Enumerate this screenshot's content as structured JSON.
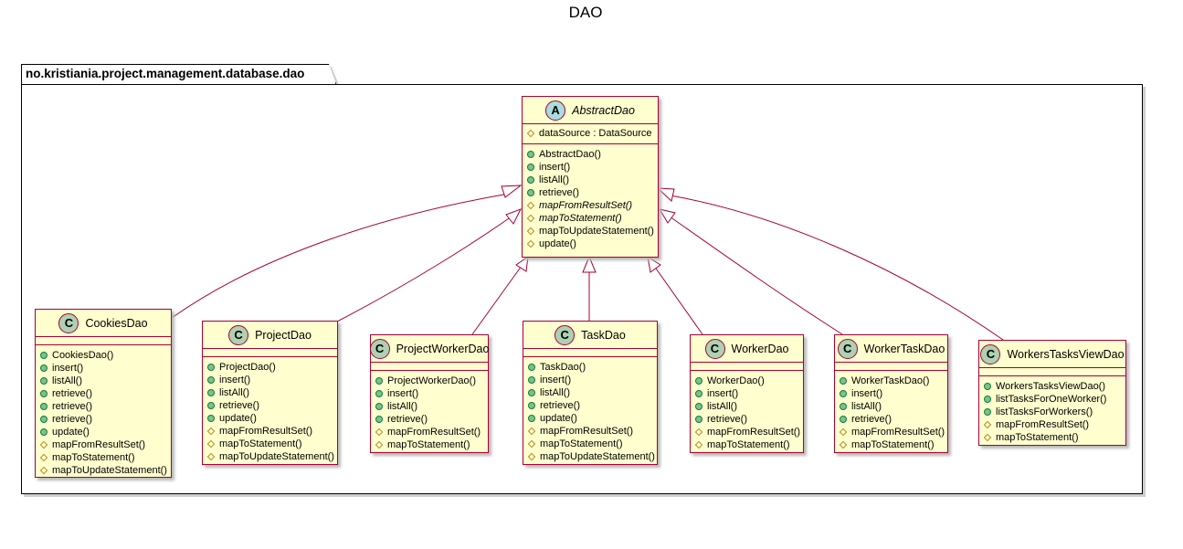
{
  "title": "DAO",
  "package": {
    "name": "no.kristiania.project.management.database.dao"
  },
  "colors": {
    "border": "#A80036",
    "fill": "#FEFECE",
    "class_icon": "#ADD1B2",
    "abstract_icon": "#A9DCDF",
    "public": "#84BE84",
    "protected": "#B38D22"
  },
  "classes": {
    "abstract_dao": {
      "icon": "A",
      "name": "AbstractDao",
      "abstract": true,
      "fields": [
        {
          "vis": "protected",
          "text": "dataSource : DataSource"
        }
      ],
      "methods": [
        {
          "vis": "public",
          "text": "AbstractDao()"
        },
        {
          "vis": "public",
          "text": "insert()"
        },
        {
          "vis": "public",
          "text": "listAll()"
        },
        {
          "vis": "public",
          "text": "retrieve()"
        },
        {
          "vis": "protected",
          "text": "mapFromResultSet()",
          "italic": true
        },
        {
          "vis": "protected",
          "text": "mapToStatement()",
          "italic": true
        },
        {
          "vis": "protected",
          "text": "mapToUpdateStatement()"
        },
        {
          "vis": "protected",
          "text": "update()"
        }
      ]
    },
    "cookies_dao": {
      "icon": "C",
      "name": "CookiesDao",
      "methods": [
        {
          "vis": "public",
          "text": "CookiesDao()"
        },
        {
          "vis": "public",
          "text": "insert()"
        },
        {
          "vis": "public",
          "text": "listAll()"
        },
        {
          "vis": "public",
          "text": "retrieve()"
        },
        {
          "vis": "public",
          "text": "retrieve()"
        },
        {
          "vis": "public",
          "text": "retrieve()"
        },
        {
          "vis": "public",
          "text": "update()"
        },
        {
          "vis": "protected",
          "text": "mapFromResultSet()"
        },
        {
          "vis": "protected",
          "text": "mapToStatement()"
        },
        {
          "vis": "protected",
          "text": "mapToUpdateStatement()"
        }
      ]
    },
    "project_dao": {
      "icon": "C",
      "name": "ProjectDao",
      "methods": [
        {
          "vis": "public",
          "text": "ProjectDao()"
        },
        {
          "vis": "public",
          "text": "insert()"
        },
        {
          "vis": "public",
          "text": "listAll()"
        },
        {
          "vis": "public",
          "text": "retrieve()"
        },
        {
          "vis": "public",
          "text": "update()"
        },
        {
          "vis": "protected",
          "text": "mapFromResultSet()"
        },
        {
          "vis": "protected",
          "text": "mapToStatement()"
        },
        {
          "vis": "protected",
          "text": "mapToUpdateStatement()"
        }
      ]
    },
    "project_worker_dao": {
      "icon": "C",
      "name": "ProjectWorkerDao",
      "methods": [
        {
          "vis": "public",
          "text": "ProjectWorkerDao()"
        },
        {
          "vis": "public",
          "text": "insert()"
        },
        {
          "vis": "public",
          "text": "listAll()"
        },
        {
          "vis": "public",
          "text": "retrieve()"
        },
        {
          "vis": "protected",
          "text": "mapFromResultSet()"
        },
        {
          "vis": "protected",
          "text": "mapToStatement()"
        }
      ]
    },
    "task_dao": {
      "icon": "C",
      "name": "TaskDao",
      "methods": [
        {
          "vis": "public",
          "text": "TaskDao()"
        },
        {
          "vis": "public",
          "text": "insert()"
        },
        {
          "vis": "public",
          "text": "listAll()"
        },
        {
          "vis": "public",
          "text": "retrieve()"
        },
        {
          "vis": "public",
          "text": "update()"
        },
        {
          "vis": "protected",
          "text": "mapFromResultSet()"
        },
        {
          "vis": "protected",
          "text": "mapToStatement()"
        },
        {
          "vis": "protected",
          "text": "mapToUpdateStatement()"
        }
      ]
    },
    "worker_dao": {
      "icon": "C",
      "name": "WorkerDao",
      "methods": [
        {
          "vis": "public",
          "text": "WorkerDao()"
        },
        {
          "vis": "public",
          "text": "insert()"
        },
        {
          "vis": "public",
          "text": "listAll()"
        },
        {
          "vis": "public",
          "text": "retrieve()"
        },
        {
          "vis": "protected",
          "text": "mapFromResultSet()"
        },
        {
          "vis": "protected",
          "text": "mapToStatement()"
        }
      ]
    },
    "worker_task_dao": {
      "icon": "C",
      "name": "WorkerTaskDao",
      "methods": [
        {
          "vis": "public",
          "text": "WorkerTaskDao()"
        },
        {
          "vis": "public",
          "text": "insert()"
        },
        {
          "vis": "public",
          "text": "listAll()"
        },
        {
          "vis": "public",
          "text": "retrieve()"
        },
        {
          "vis": "protected",
          "text": "mapFromResultSet()"
        },
        {
          "vis": "protected",
          "text": "mapToStatement()"
        }
      ]
    },
    "workers_tasks_view_dao": {
      "icon": "C",
      "name": "WorkersTasksViewDao",
      "methods": [
        {
          "vis": "public",
          "text": "WorkersTasksViewDao()"
        },
        {
          "vis": "public",
          "text": "listTasksForOneWorker()"
        },
        {
          "vis": "public",
          "text": "listTasksForWorkers()"
        },
        {
          "vis": "protected",
          "text": "mapFromResultSet()"
        },
        {
          "vis": "protected",
          "text": "mapToStatement()"
        }
      ]
    }
  },
  "relations": [
    {
      "from": "cookies_dao",
      "to": "abstract_dao",
      "type": "extends"
    },
    {
      "from": "project_dao",
      "to": "abstract_dao",
      "type": "extends"
    },
    {
      "from": "project_worker_dao",
      "to": "abstract_dao",
      "type": "extends"
    },
    {
      "from": "task_dao",
      "to": "abstract_dao",
      "type": "extends"
    },
    {
      "from": "worker_dao",
      "to": "abstract_dao",
      "type": "extends"
    },
    {
      "from": "worker_task_dao",
      "to": "abstract_dao",
      "type": "extends"
    },
    {
      "from": "workers_tasks_view_dao",
      "to": "abstract_dao",
      "type": "extends"
    }
  ]
}
